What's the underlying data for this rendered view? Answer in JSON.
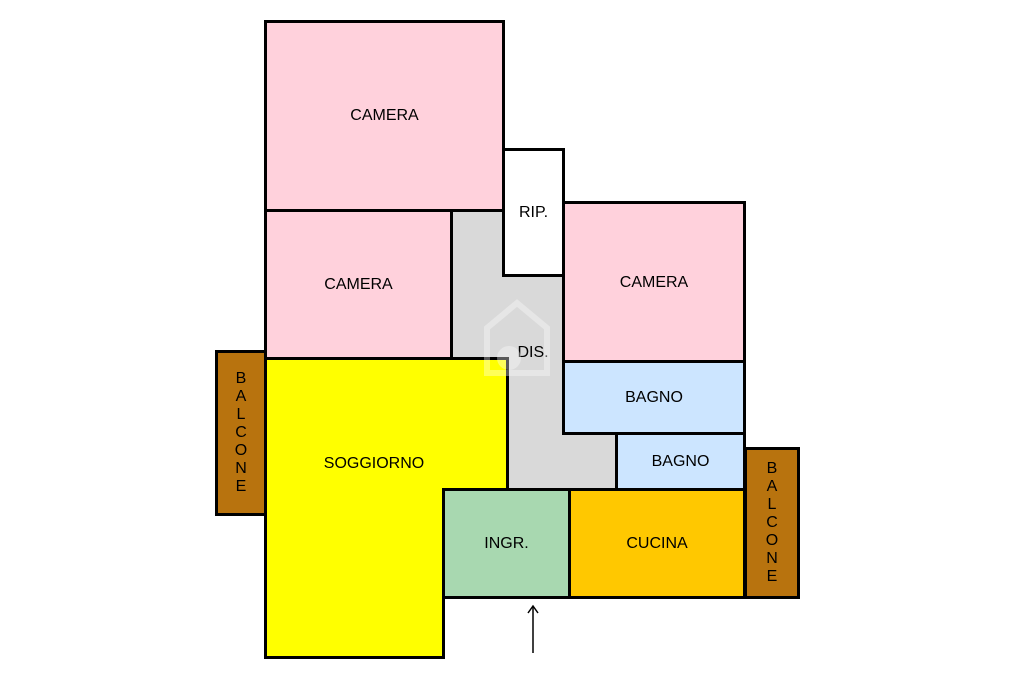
{
  "floorplan": {
    "rooms": {
      "camera_top": {
        "label": "CAMERA",
        "color": "#ffd1dc"
      },
      "camera_left": {
        "label": "CAMERA",
        "color": "#ffd1dc"
      },
      "camera_right": {
        "label": "CAMERA",
        "color": "#ffd1dc"
      },
      "rip": {
        "label": "RIP.",
        "color": "#ffffff"
      },
      "dis": {
        "label": "DIS.",
        "color": "#d9d9d9"
      },
      "soggiorno": {
        "label": "SOGGIORNO",
        "color": "#ffff00"
      },
      "bagno_1": {
        "label": "BAGNO",
        "color": "#cce5ff"
      },
      "bagno_2": {
        "label": "BAGNO",
        "color": "#cce5ff"
      },
      "ingresso": {
        "label": "INGR.",
        "color": "#a8d8b0"
      },
      "cucina": {
        "label": "CUCINA",
        "color": "#ffc800"
      },
      "balcone_left": {
        "label": "BALCONE",
        "color": "#b8730e"
      },
      "balcone_right": {
        "label": "BALCONE",
        "color": "#b8730e"
      }
    },
    "entrance_arrow": "arrow-up-icon"
  }
}
